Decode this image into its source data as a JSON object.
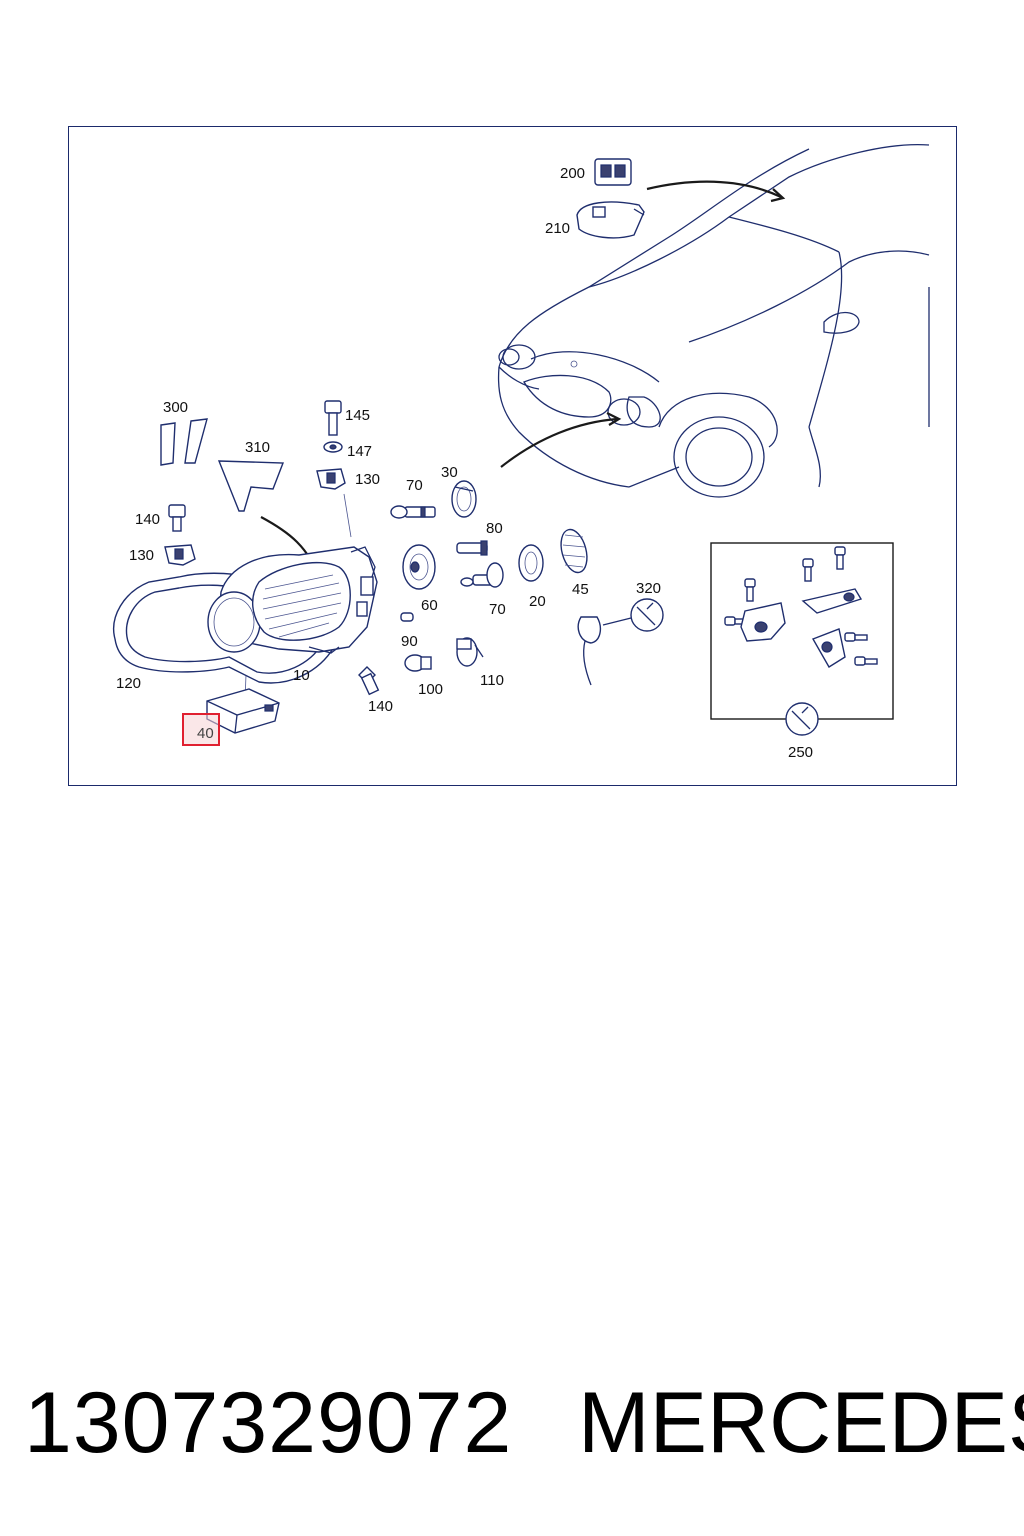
{
  "diagram": {
    "labels": {
      "l200": "200",
      "l210": "210",
      "l300": "300",
      "l310": "310",
      "l145": "145",
      "l147": "147",
      "l130a": "130",
      "l140a": "140",
      "l130b": "130",
      "l30": "30",
      "l70a": "70",
      "l80": "80",
      "l60": "60",
      "l70b": "70",
      "l20": "20",
      "l45": "45",
      "l320": "320",
      "l90": "90",
      "l120": "120",
      "l10": "10",
      "l100": "100",
      "l110": "110",
      "l140b": "140",
      "l40": "40",
      "l250": "250"
    },
    "highlighted_part": "40",
    "colors": {
      "line": "#1f2e6e",
      "highlight_border": "#e02030",
      "frame": "#1b2a6b"
    }
  },
  "footer": {
    "part_number": "1307329072",
    "brand": "MERCEDES"
  }
}
